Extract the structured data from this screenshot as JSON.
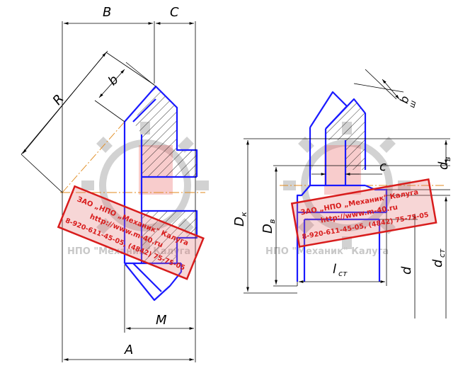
{
  "labels": {
    "B": "B",
    "C_top": "C",
    "R": "R",
    "b_left": "b",
    "M": "M",
    "A": "A",
    "b_right": "b",
    "b_right_sub": "ш",
    "d_right_top": "d",
    "d_right_top_sub": "в",
    "c_small": "c",
    "D_outer": "D",
    "D_outer_sub": "к",
    "D_inner": "D",
    "D_inner_sub": "в",
    "l_label": "l",
    "l_label_sub": "ст",
    "d_shaft": "d",
    "d_hub": "d",
    "d_hub_sub": "ст"
  },
  "watermark": {
    "left": "НПО \"Механик\" Калуга",
    "right": "НПО \"Механик\" Калуга"
  },
  "stamp": {
    "line1": "ЗАО „НПО „Механик\" Калуга",
    "line2": "http://www.m-40.ru",
    "line3": "8-920-611-45-05, (4842) 75-75-05"
  },
  "colors": {
    "outline": "#1a1aff",
    "hatch": "#000000",
    "dim": "#000000",
    "axis": "#e08a1e",
    "stamp": "#d81c1c",
    "stamp_fill": "rgba(230,120,120,0.35)",
    "watermark": "#c8c8c8"
  }
}
